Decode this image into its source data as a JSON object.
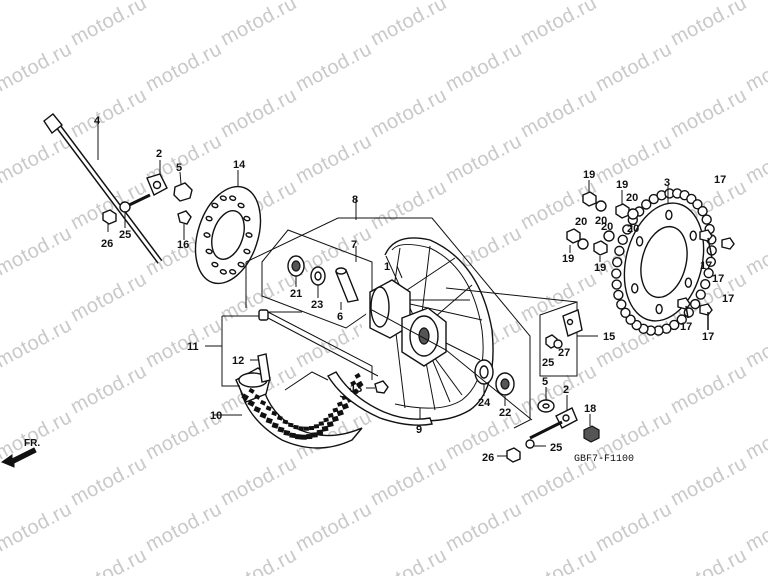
{
  "watermark": "motod.ru",
  "diagram_code": "GBF7-F1100",
  "direction_label": "FR.",
  "callouts": {
    "c1": "1",
    "c2a": "2",
    "c2b": "2",
    "c3": "3",
    "c4": "4",
    "c5a": "5",
    "c5b": "5",
    "c6": "6",
    "c7": "7",
    "c8": "8",
    "c9": "9",
    "c10": "10",
    "c11": "11",
    "c12": "12",
    "c13": "13",
    "c14": "14",
    "c15": "15",
    "c16": "16",
    "c17a": "17",
    "c17b": "17",
    "c17c": "17",
    "c17d": "17",
    "c17e": "17",
    "c17f": "17",
    "c18": "18",
    "c19a": "19",
    "c19b": "19",
    "c19c": "19",
    "c19d": "19",
    "c20a": "20",
    "c20b": "20",
    "c20c": "20",
    "c20d": "20",
    "c20e": "20",
    "c21": "21",
    "c22": "22",
    "c23": "23",
    "c24": "24",
    "c25a": "25",
    "c25b": "25",
    "c25c": "25",
    "c26a": "26",
    "c26b": "26",
    "c27": "27"
  }
}
